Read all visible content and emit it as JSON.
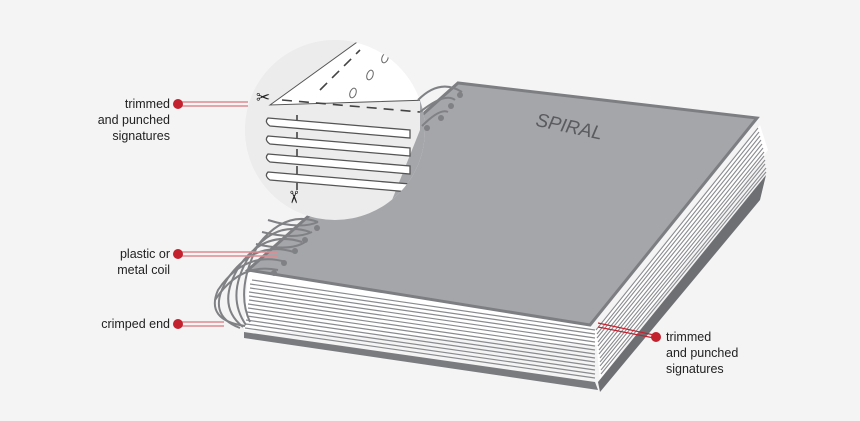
{
  "diagram": {
    "title_on_cover": "SPIRAL",
    "colors": {
      "background": "#f4f4f4",
      "cover": "#a5a6aa",
      "cover_edge": "#7d7e82",
      "line_gray": "#808184",
      "callout_red": "#c4212f",
      "callout_line": "#e08a90",
      "inset_circle": "#ececec"
    },
    "labels": [
      {
        "id": "trimmed-top",
        "lines": [
          "trimmed",
          "and punched",
          "signatures"
        ]
      },
      {
        "id": "coil",
        "lines": [
          "plastic or",
          "metal coil"
        ]
      },
      {
        "id": "crimped",
        "lines": [
          "crimped end"
        ]
      },
      {
        "id": "trimmed-right",
        "lines": [
          "trimmed",
          "and punched",
          "signatures"
        ]
      }
    ],
    "icons": [
      "scissors-icon-horizontal",
      "scissors-icon-vertical"
    ]
  }
}
